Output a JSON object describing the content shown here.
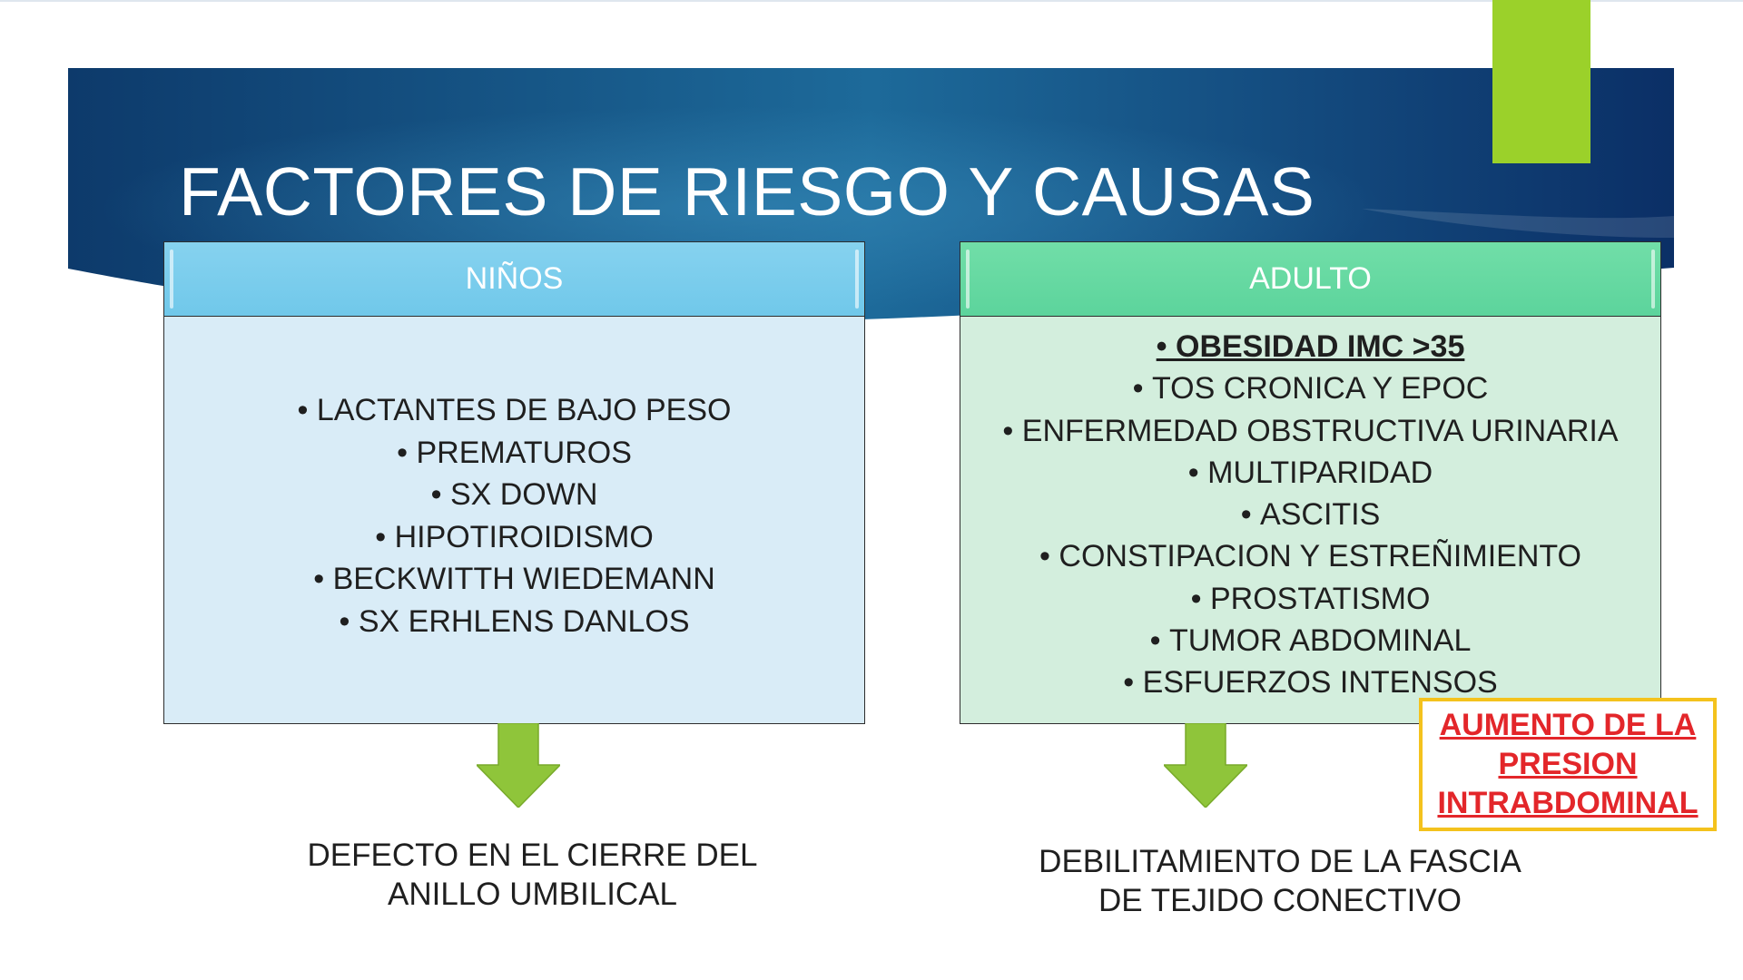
{
  "slide": {
    "title": "FACTORES DE RIESGO Y CAUSAS",
    "colors": {
      "banner_dark": "#0d3a6b",
      "banner_mid": "#1d6a9a",
      "accent_green": "#9bd12a",
      "ninos_header": "#74c9eb",
      "ninos_body": "#d9ecf7",
      "adulto_header": "#62d6a0",
      "adulto_body": "#d3eedd",
      "arrow_green": "#8fc53a",
      "callout_border": "#f4c21d",
      "callout_text": "#e3262a"
    }
  },
  "ninos": {
    "header": "NIÑOS",
    "items": [
      "LACTANTES DE BAJO PESO",
      "PREMATUROS",
      "SX DOWN",
      "HIPOTIROIDISMO",
      "BECKWITTH WIEDEMANN",
      "SX ERHLENS DANLOS"
    ],
    "arrow_icon": "arrow-down-icon",
    "conclusion_line1": "DEFECTO EN EL CIERRE DEL",
    "conclusion_line2": "ANILLO UMBILICAL"
  },
  "adulto": {
    "header": "ADULTO",
    "items": [
      "OBESIDAD IMC >35",
      "TOS CRONICA Y EPOC",
      "ENFERMEDAD OBSTRUCTIVA URINARIA",
      "MULTIPARIDAD",
      "ASCITIS",
      "CONSTIPACION Y ESTREÑIMIENTO",
      "PROSTATISMO",
      "TUMOR ABDOMINAL",
      "ESFUERZOS INTENSOS"
    ],
    "arrow_icon": "arrow-down-icon",
    "conclusion_line1": "DEBILITAMIENTO DE LA FASCIA",
    "conclusion_line2": "DE TEJIDO CONECTIVO"
  },
  "callout": {
    "line1": "AUMENTO DE LA",
    "line2": "PRESION",
    "line3": "INTRABDOMINAL"
  }
}
